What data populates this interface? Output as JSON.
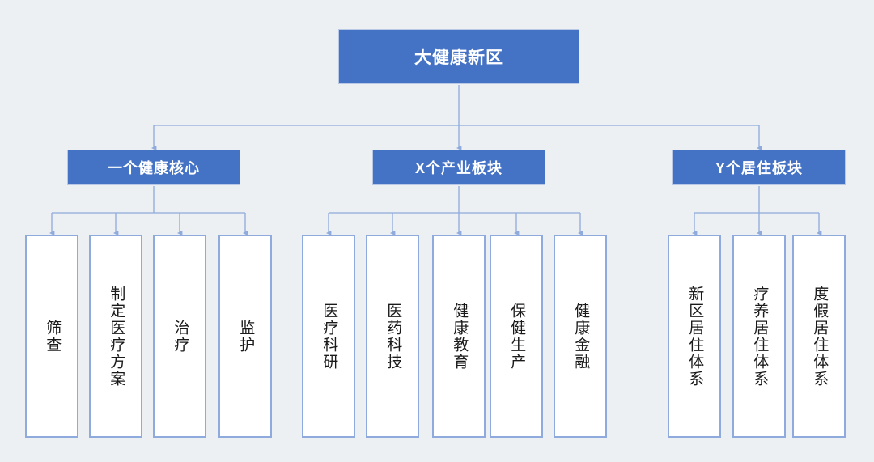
{
  "diagram": {
    "title": "大健康新区",
    "background_color": "#edf0f3",
    "accent_color": "#4472c4",
    "leaf_border_color": "#8faadc",
    "connector_color": "#8faadc",
    "root": {
      "label": "大健康新区"
    },
    "branches": [
      {
        "label": "一个健康核心",
        "children": [
          {
            "label": "筛查"
          },
          {
            "label": "制定医疗方案"
          },
          {
            "label": "治疗"
          },
          {
            "label": "监护"
          }
        ]
      },
      {
        "label": "X个产业板块",
        "children": [
          {
            "label": "医疗科研"
          },
          {
            "label": "医药科技"
          },
          {
            "label": "健康教育"
          },
          {
            "label": "保健生产"
          },
          {
            "label": "健康金融"
          }
        ]
      },
      {
        "label": "Y个居住板块",
        "children": [
          {
            "label": "新区居住体系"
          },
          {
            "label": "疗养居住体系"
          },
          {
            "label": "度假居住体系"
          }
        ]
      }
    ]
  }
}
